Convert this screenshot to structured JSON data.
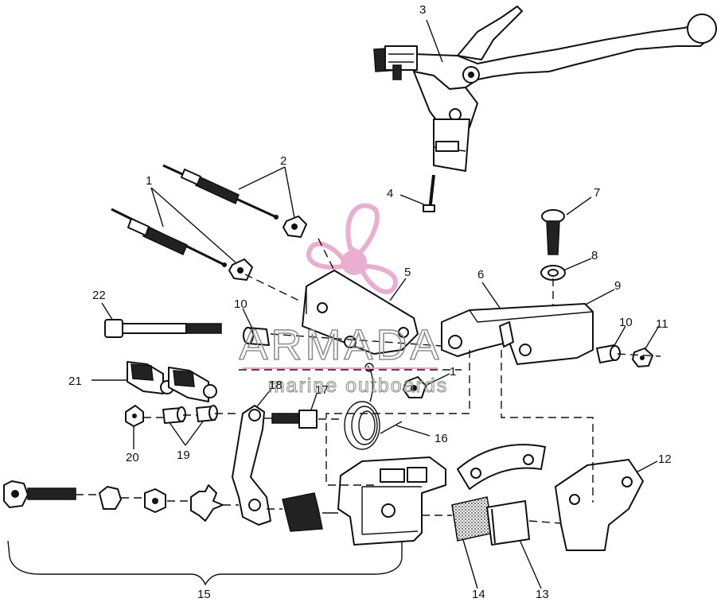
{
  "watermark": {
    "brand": "ARMADA",
    "tagline": "marine outboards",
    "logo_color": "#e7a6cc",
    "text_color": "#9a9a9a"
  },
  "callouts": [
    "1",
    "2",
    "3",
    "4",
    "5",
    "6",
    "7",
    "8",
    "9",
    "10",
    "10",
    "11",
    "12",
    "13",
    "14",
    "15",
    "16",
    "17",
    "18",
    "19",
    "20",
    "21",
    "22",
    "1"
  ]
}
